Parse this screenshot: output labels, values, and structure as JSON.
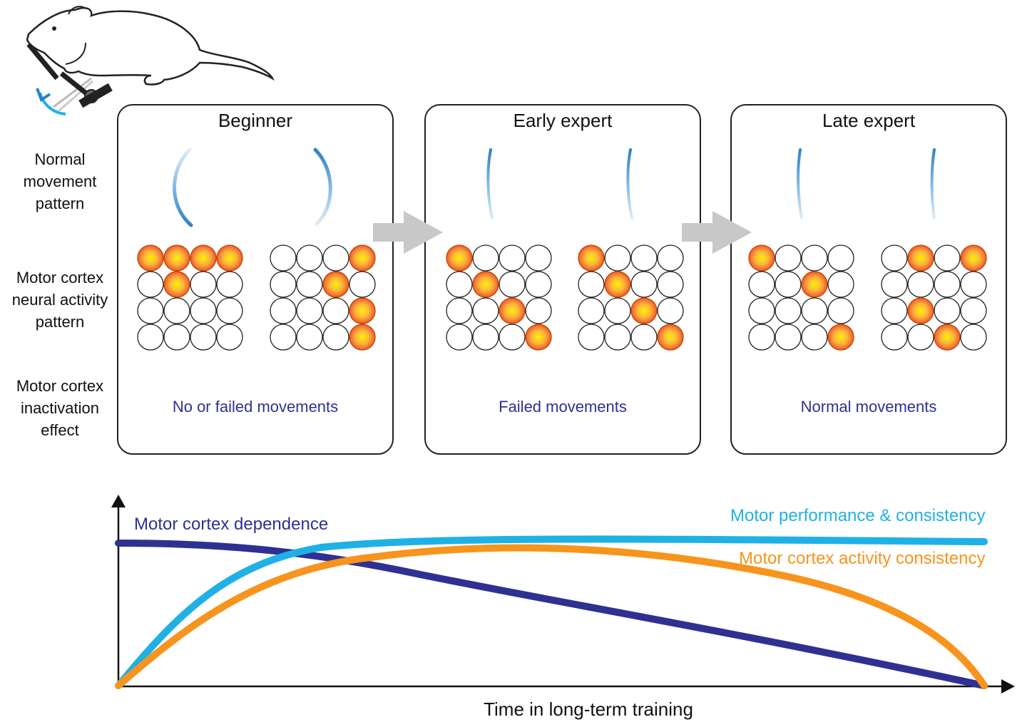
{
  "row_labels": {
    "movement": [
      "Normal",
      "movement",
      "pattern"
    ],
    "activity": [
      "Motor cortex",
      "neural activity",
      "pattern"
    ],
    "inactivation": [
      "Motor cortex",
      "inactivation",
      "effect"
    ]
  },
  "stages": [
    {
      "title": "Beginner",
      "effect": "No or failed movements",
      "grids": [
        [
          [
            1,
            1,
            1,
            1
          ],
          [
            0,
            1,
            0,
            0
          ],
          [
            0,
            0,
            0,
            0
          ],
          [
            0,
            0,
            0,
            0
          ]
        ],
        [
          [
            0,
            0,
            0,
            1
          ],
          [
            0,
            0,
            1,
            0
          ],
          [
            0,
            0,
            0,
            1
          ],
          [
            0,
            0,
            0,
            1
          ]
        ]
      ]
    },
    {
      "title": "Early expert",
      "effect": "Failed movements",
      "grids": [
        [
          [
            1,
            0,
            0,
            0
          ],
          [
            0,
            1,
            0,
            0
          ],
          [
            0,
            0,
            1,
            0
          ],
          [
            0,
            0,
            0,
            1
          ]
        ],
        [
          [
            1,
            0,
            0,
            0
          ],
          [
            0,
            1,
            0,
            0
          ],
          [
            0,
            0,
            1,
            0
          ],
          [
            0,
            0,
            0,
            1
          ]
        ]
      ]
    },
    {
      "title": "Late expert",
      "effect": "Normal movements",
      "grids": [
        [
          [
            1,
            0,
            0,
            0
          ],
          [
            0,
            0,
            1,
            0
          ],
          [
            0,
            0,
            0,
            0
          ],
          [
            0,
            0,
            0,
            1
          ]
        ],
        [
          [
            0,
            1,
            0,
            1
          ],
          [
            0,
            0,
            0,
            0
          ],
          [
            0,
            1,
            0,
            0
          ],
          [
            0,
            0,
            1,
            0
          ]
        ]
      ]
    }
  ],
  "graph": {
    "x_axis_label": "Time in long-term training",
    "curves": [
      {
        "label": "Motor cortex dependence",
        "color": "#2e3192"
      },
      {
        "label": "Motor performance & consistency",
        "color": "#1fb1e6"
      },
      {
        "label": "Motor cortex activity consistency",
        "color": "#f7941d"
      }
    ]
  },
  "colors": {
    "active_cell_center": "#fff200",
    "active_cell_edge": "#f15a24",
    "arrow": "#c8c8c8",
    "effect_text": "#2e3192",
    "trace": "#2b83c6"
  }
}
